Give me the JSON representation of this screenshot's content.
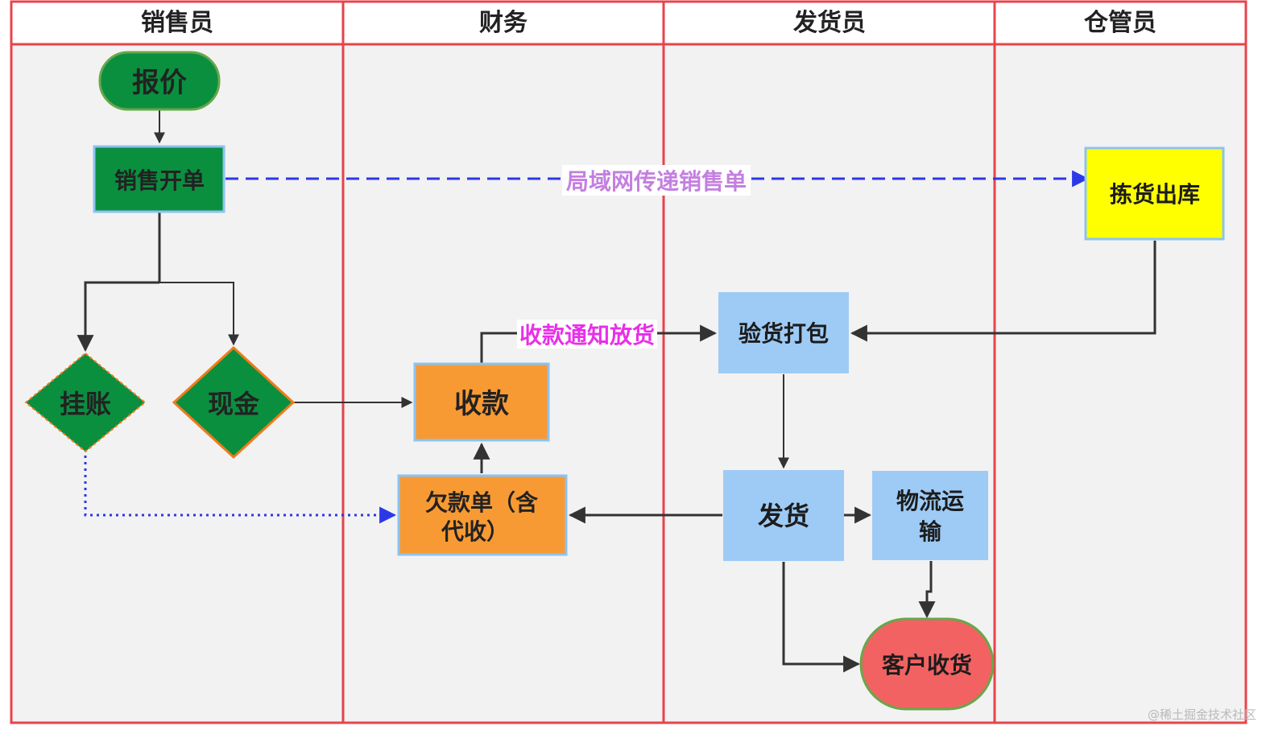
{
  "lanes": [
    {
      "title": "销售员"
    },
    {
      "title": "财务"
    },
    {
      "title": "发货员"
    },
    {
      "title": "仓管员"
    }
  ],
  "nodes": {
    "quote": "报价",
    "sales_order": "销售开单",
    "on_account": "挂账",
    "cash": "现金",
    "receive_payment": "收款",
    "iou_line1": "欠款单（含",
    "iou_line2": "代收）",
    "pick_stock": "拣货出库",
    "inspect_pack": "验货打包",
    "ship": "发货",
    "logistics_line1": "物流运",
    "logistics_line2": "输",
    "customer_receive": "客户收货"
  },
  "edge_labels": {
    "lan_transfer": "局域网传递销售单",
    "payment_notice": "收款通知放货"
  },
  "watermark": "@稀土掘金技术社区",
  "colors": {
    "lane_border": "#e8434b",
    "lane_bg": "#f2f2f2",
    "green_fill": "#0a8f3f",
    "green_border": "#68a74a",
    "orange_fill": "#f89a33",
    "orange_border_diamond": "#f07b1a",
    "blue_fill": "#9ecbf5",
    "blue_border": "#8cc3f0",
    "yellow_fill": "#ffff00",
    "red_fill": "#f26262",
    "dashed_blue": "#2c38e8",
    "label_purple": "#c47fe0",
    "label_magenta": "#e82fe8",
    "edge_dark": "#333333"
  }
}
